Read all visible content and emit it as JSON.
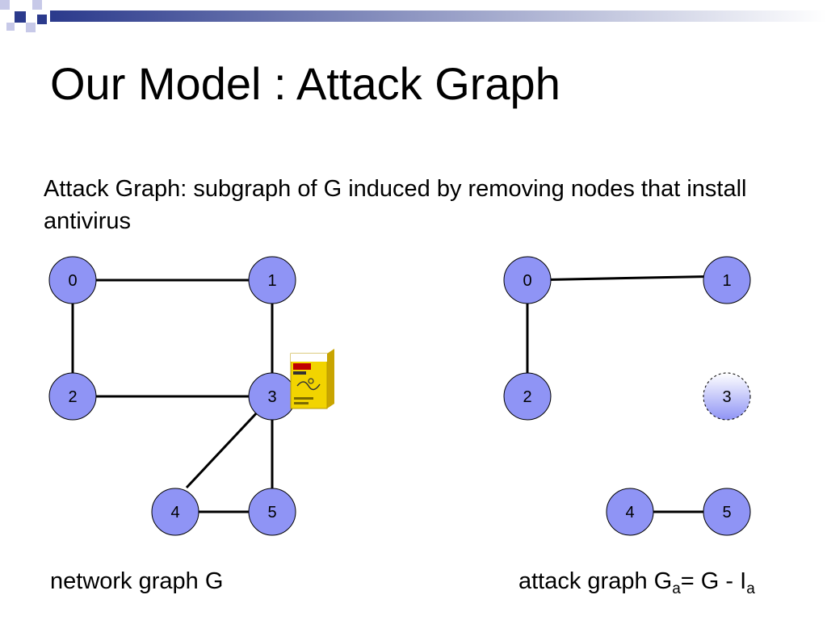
{
  "slide": {
    "title": "Our Model : Attack Graph",
    "subtitle": "Attack Graph:  subgraph of G induced by removing nodes that install antivirus"
  },
  "colors": {
    "node_fill": "#8f94f5",
    "node_stroke": "#000000",
    "edge": "#000000",
    "removed_node_top": "#ffffff",
    "removed_node_bottom": "#8f94f5",
    "bar_dark": "#2b3a8c",
    "bar_light": "#ffffff"
  },
  "network_graph": {
    "caption": "network graph G",
    "nodes": [
      "0",
      "1",
      "2",
      "3",
      "4",
      "5"
    ],
    "edges": [
      [
        "0",
        "1"
      ],
      [
        "0",
        "2"
      ],
      [
        "1",
        "3"
      ],
      [
        "2",
        "3"
      ],
      [
        "3",
        "4"
      ],
      [
        "3",
        "5"
      ],
      [
        "4",
        "5"
      ]
    ],
    "antivirus_node": "3",
    "antivirus_icon": "antivirus-box-icon"
  },
  "attack_graph": {
    "caption_main": "attack graph G",
    "caption_sub1": "a",
    "caption_mid": "= G - I",
    "caption_sub2": "a",
    "nodes": [
      "0",
      "1",
      "2",
      "3",
      "4",
      "5"
    ],
    "edges": [
      [
        "0",
        "1"
      ],
      [
        "0",
        "2"
      ],
      [
        "4",
        "5"
      ]
    ],
    "removed_node": "3"
  }
}
